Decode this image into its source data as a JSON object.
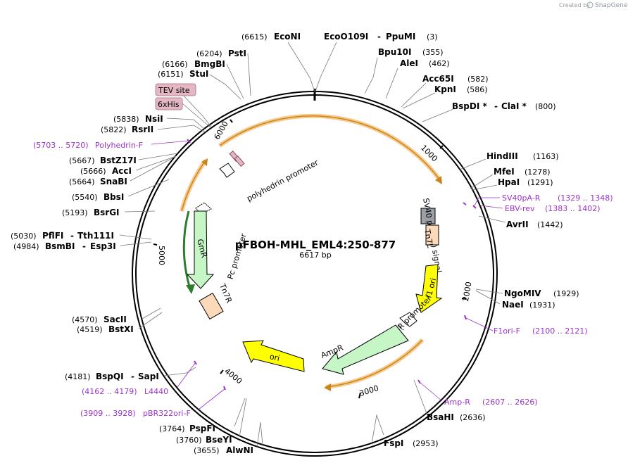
{
  "credit": {
    "prefix": "Created by",
    "brand": "SnapGene"
  },
  "map": {
    "name": "pFBOH-MHL_EML4:250-877",
    "size_label": "6617 bp"
  },
  "ticks": [
    "1000",
    "2000",
    "3000",
    "4000",
    "5000",
    "6000"
  ],
  "features": {
    "polyhedrin_promoter": "polyhedrin promoter",
    "pc_promoter": "Pc promoter",
    "gmr": "GmR",
    "tn7r": "Tn7R",
    "sv40": "SV40 poly(A) signal",
    "tn7l": "Tn7L",
    "f1ori": "f1 ori",
    "ampr_promoter": "AmpR promoter",
    "ampr": "AmpR",
    "ori": "ori"
  },
  "tags": {
    "tev": "TEV site",
    "his": "6xHis"
  },
  "sites": {
    "econi": {
      "name": "EcoNI",
      "pos": "(6615)"
    },
    "eco109": {
      "name": "EcoO109I",
      "sep": "-",
      "name2": "PpuMI",
      "pos": "(3)"
    },
    "bpu10i": {
      "name": "Bpu10I",
      "pos": "(355)"
    },
    "alei": {
      "name": "AleI",
      "pos": "(462)"
    },
    "acc65i": {
      "name": "Acc65I",
      "pos": "(582)"
    },
    "kpni": {
      "name": "KpnI",
      "pos": "(586)"
    },
    "bspdi": {
      "name": "BspDI *",
      "sep": "-",
      "name2": "ClaI *",
      "pos": "(800)"
    },
    "hindiii": {
      "name": "HindIII",
      "pos": "(1163)"
    },
    "mfei": {
      "name": "MfeI",
      "pos": "(1278)"
    },
    "hpai": {
      "name": "HpaI",
      "pos": "(1291)"
    },
    "avrii": {
      "name": "AvrII",
      "pos": "(1442)"
    },
    "ngomiv": {
      "name": "NgoMIV",
      "pos": "(1929)"
    },
    "naei": {
      "name": "NaeI",
      "pos": "(1931)"
    },
    "bsahi": {
      "name": "BsaHI",
      "pos": "(2636)"
    },
    "fspi": {
      "name": "FspI",
      "pos": "(2953)"
    },
    "alwni": {
      "name": "AlwNI",
      "pos": "(3655)"
    },
    "bseyi": {
      "name": "BseYI",
      "pos": "(3760)"
    },
    "pspfi": {
      "name": "PspFI",
      "pos": "(3764)"
    },
    "bspqi": {
      "name": "BspQI",
      "sep": "-",
      "name2": "SapI",
      "pos": "(4181)"
    },
    "bstxi": {
      "name": "BstXI",
      "pos": "(4519)"
    },
    "sacii": {
      "name": "SacII",
      "pos": "(4570)"
    },
    "bsmbi": {
      "name": "BsmBI",
      "sep": "-",
      "name2": "Esp3I",
      "pos": "(4984)"
    },
    "pflfi": {
      "name": "PflFI",
      "sep": "-",
      "name2": "Tth111I",
      "pos": "(5030)"
    },
    "bsrgi": {
      "name": "BsrGI",
      "pos": "(5193)"
    },
    "bbsi": {
      "name": "BbsI",
      "pos": "(5540)"
    },
    "snabi": {
      "name": "SnaBI",
      "pos": "(5664)"
    },
    "acci": {
      "name": "AccI",
      "pos": "(5666)"
    },
    "bstz17i": {
      "name": "BstZ17I",
      "pos": "(5667)"
    },
    "rsrii": {
      "name": "RsrII",
      "pos": "(5822)"
    },
    "nsii": {
      "name": "NsiI",
      "pos": "(5838)"
    },
    "stui": {
      "name": "StuI",
      "pos": "(6151)"
    },
    "bmgbi": {
      "name": "BmgBI",
      "pos": "(6166)"
    },
    "psti": {
      "name": "PstI",
      "pos": "(6204)"
    }
  },
  "primers": {
    "polyhedrin_f": {
      "name": "Polyhedrin-F",
      "range": "(5703 .. 5720)"
    },
    "sv40pa_r": {
      "name": "SV40pA-R",
      "range": "(1329 .. 1348)"
    },
    "ebv_rev": {
      "name": "EBV-rev",
      "range": "(1383 .. 1402)"
    },
    "f1ori_f": {
      "name": "F1ori-F",
      "range": "(2100 .. 2121)"
    },
    "amp_r": {
      "name": "Amp-R",
      "range": "(2607 .. 2626)"
    },
    "l4440": {
      "name": "L4440",
      "range": "(4162 .. 4179)"
    },
    "pbr322ori_f": {
      "name": "pBR322ori-F",
      "range": "(3909 .. 3928)"
    }
  },
  "colors": {
    "orf": "#f3a73a",
    "primer": "#9a33cc",
    "promoter": "#ffffff",
    "marker": "#c6f5c6",
    "ori": "#ffff00",
    "tn7": "#fbd9b9",
    "terminator": "#9aa0a6",
    "tag": "#e5b7c3",
    "backbone": "#000000"
  }
}
